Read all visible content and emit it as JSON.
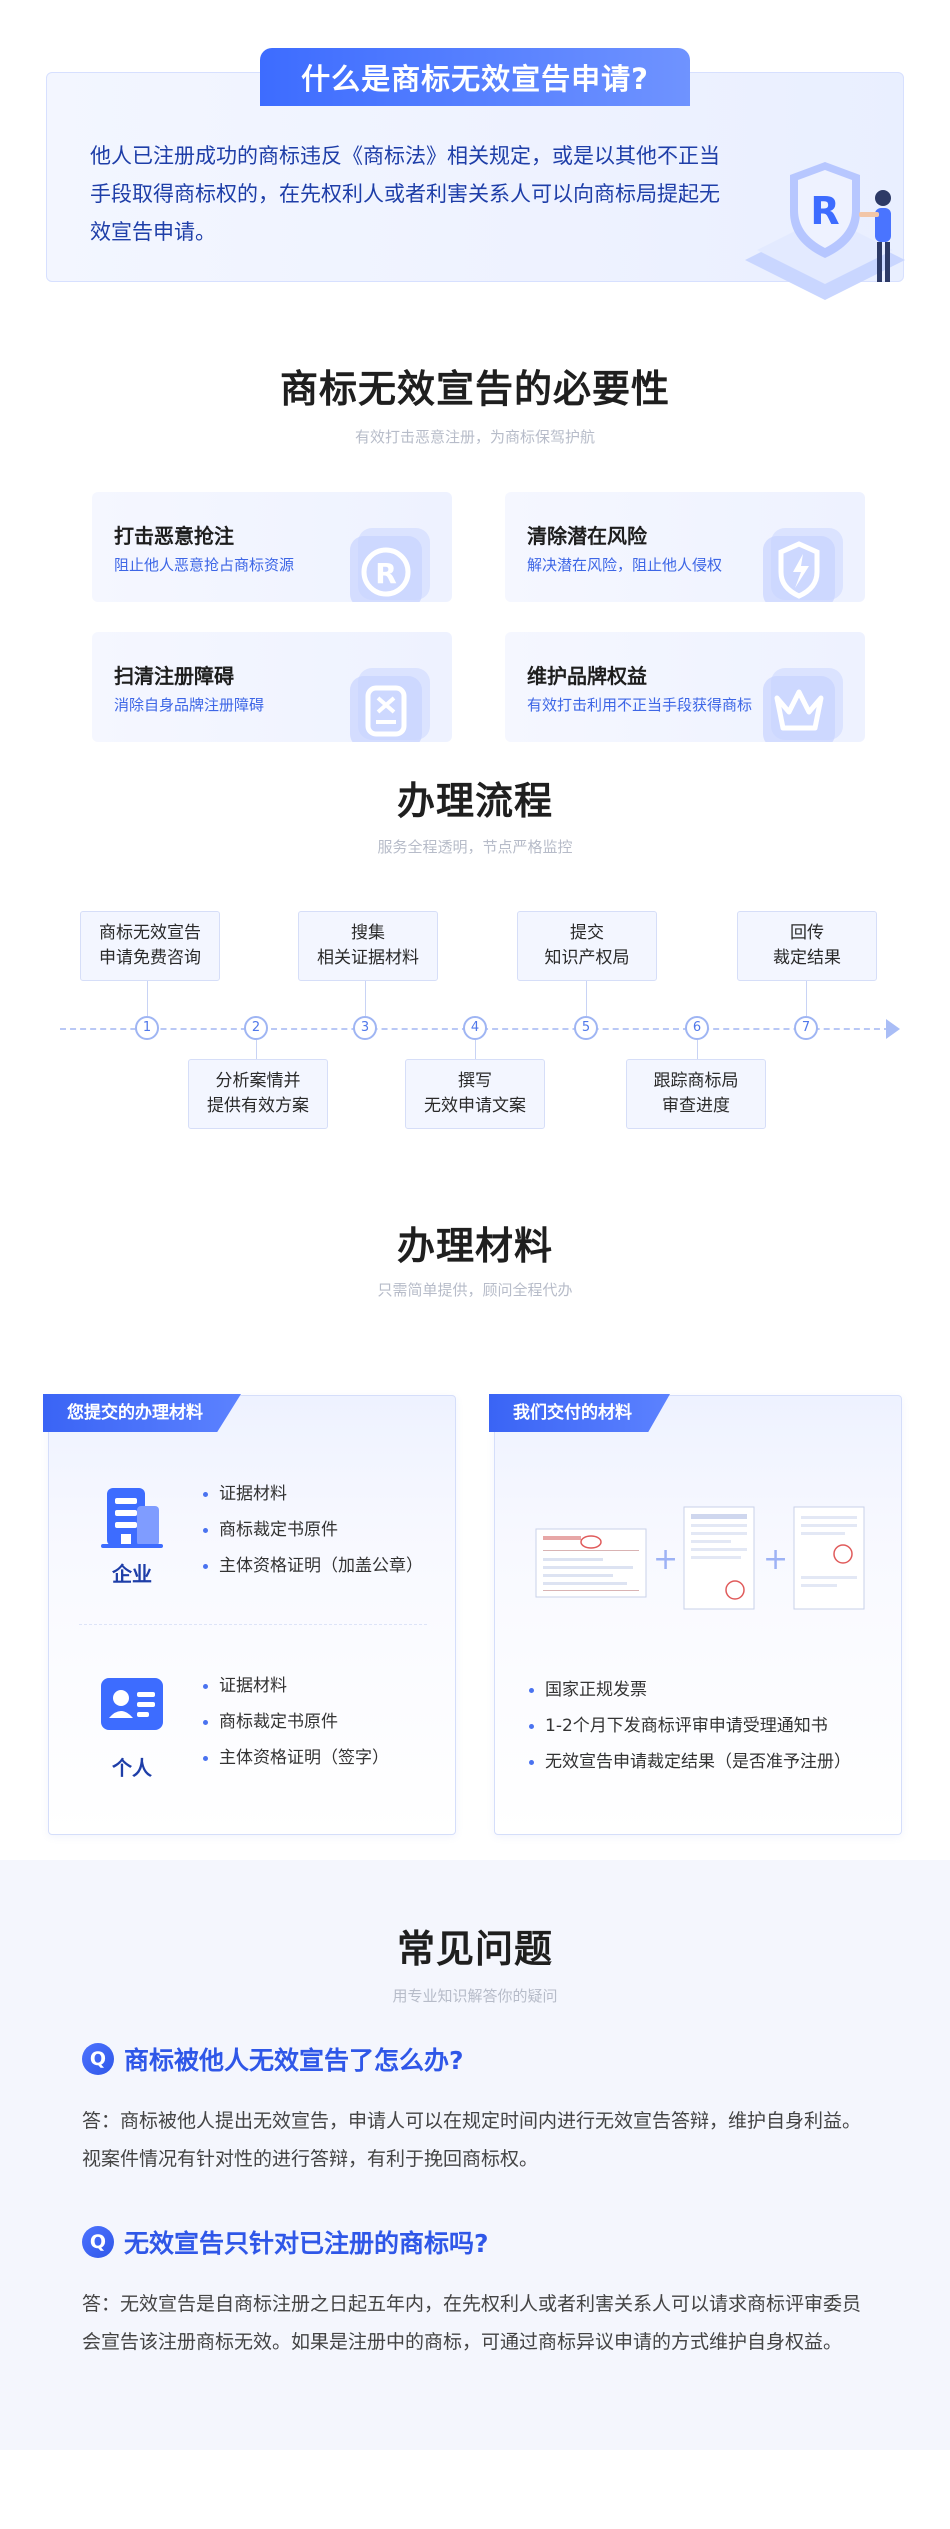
{
  "intro": {
    "title": "什么是商标无效宣告申请?",
    "text": "他人已注册成功的商标违反《商标法》相关规定，或是以其他不正当手段取得商标权的，在先权利人或者利害关系人可以向商标局提起无效宣告申请。",
    "illustration_icon": "trademark-shield-illustration"
  },
  "necessity": {
    "title": "商标无效宣告的必要性",
    "subtitle": "有效打击恶意注册，为商标保驾护航",
    "cards": [
      {
        "title": "打击恶意抢注",
        "desc": "阻止他人恶意抢占商标资源",
        "icon": "registered-r-icon"
      },
      {
        "title": "清除潜在风险",
        "desc": "解决潜在风险，阻止他人侵权",
        "icon": "lightning-shield-icon"
      },
      {
        "title": "扫清注册障碍",
        "desc": "消除自身品牌注册障碍",
        "icon": "cancel-document-icon"
      },
      {
        "title": "维护品牌权益",
        "desc": "有效打击利用不正当手段获得商标",
        "icon": "crown-icon"
      }
    ]
  },
  "process": {
    "title": "办理流程",
    "subtitle": "服务全程透明，节点严格监控",
    "steps": [
      {
        "num": "1",
        "label": "商标无效宣告\n申请免费咨询"
      },
      {
        "num": "2",
        "label": "分析案情并\n提供有效方案"
      },
      {
        "num": "3",
        "label": "搜集\n相关证据材料"
      },
      {
        "num": "4",
        "label": "撰写\n无效申请文案"
      },
      {
        "num": "5",
        "label": "提交\n知识产权局"
      },
      {
        "num": "6",
        "label": "跟踪商标局\n审查进度"
      },
      {
        "num": "7",
        "label": "回传\n裁定结果"
      }
    ]
  },
  "materials": {
    "title": "办理材料",
    "subtitle": "只需简单提供，顾问全程代办",
    "submit": {
      "tag": "您提交的办理材料",
      "enterprise": {
        "label": "企业",
        "icon": "building-icon",
        "items": [
          "证据材料",
          "商标裁定书原件",
          "主体资格证明（加盖公章）"
        ]
      },
      "individual": {
        "label": "个人",
        "icon": "id-card-icon",
        "items": [
          "证据材料",
          "商标裁定书原件",
          "主体资格证明（签字）"
        ]
      }
    },
    "deliver": {
      "tag": "我们交付的材料",
      "items": [
        "国家正规发票",
        "1-2个月下发商标评审申请受理通知书",
        "无效宣告申请裁定结果（是否准予注册）"
      ]
    }
  },
  "faq": {
    "title": "常见问题",
    "subtitle": "用专业知识解答你的疑问",
    "badge": "Q",
    "items": [
      {
        "q": "商标被他人无效宣告了怎么办?",
        "a": "答：商标被他人提出无效宣告，申请人可以在规定时间内进行无效宣告答辩，维护自身利益。视案件情况有针对性的进行答辩，有利于挽回商标权。"
      },
      {
        "q": "无效宣告只针对已注册的商标吗?",
        "a": "答：无效宣告是自商标注册之日起五年内，在先权利人或者利害关系人可以请求商标评审委员会宣告该注册商标无效。如果是注册中的商标，可通过商标异议申请的方式维护自身权益。"
      }
    ]
  },
  "colors": {
    "accent": "#3d6cff",
    "accent_dark": "#1e3ea8",
    "link_blue": "#3d66e6",
    "faq_bg": "#f4f6fd"
  }
}
